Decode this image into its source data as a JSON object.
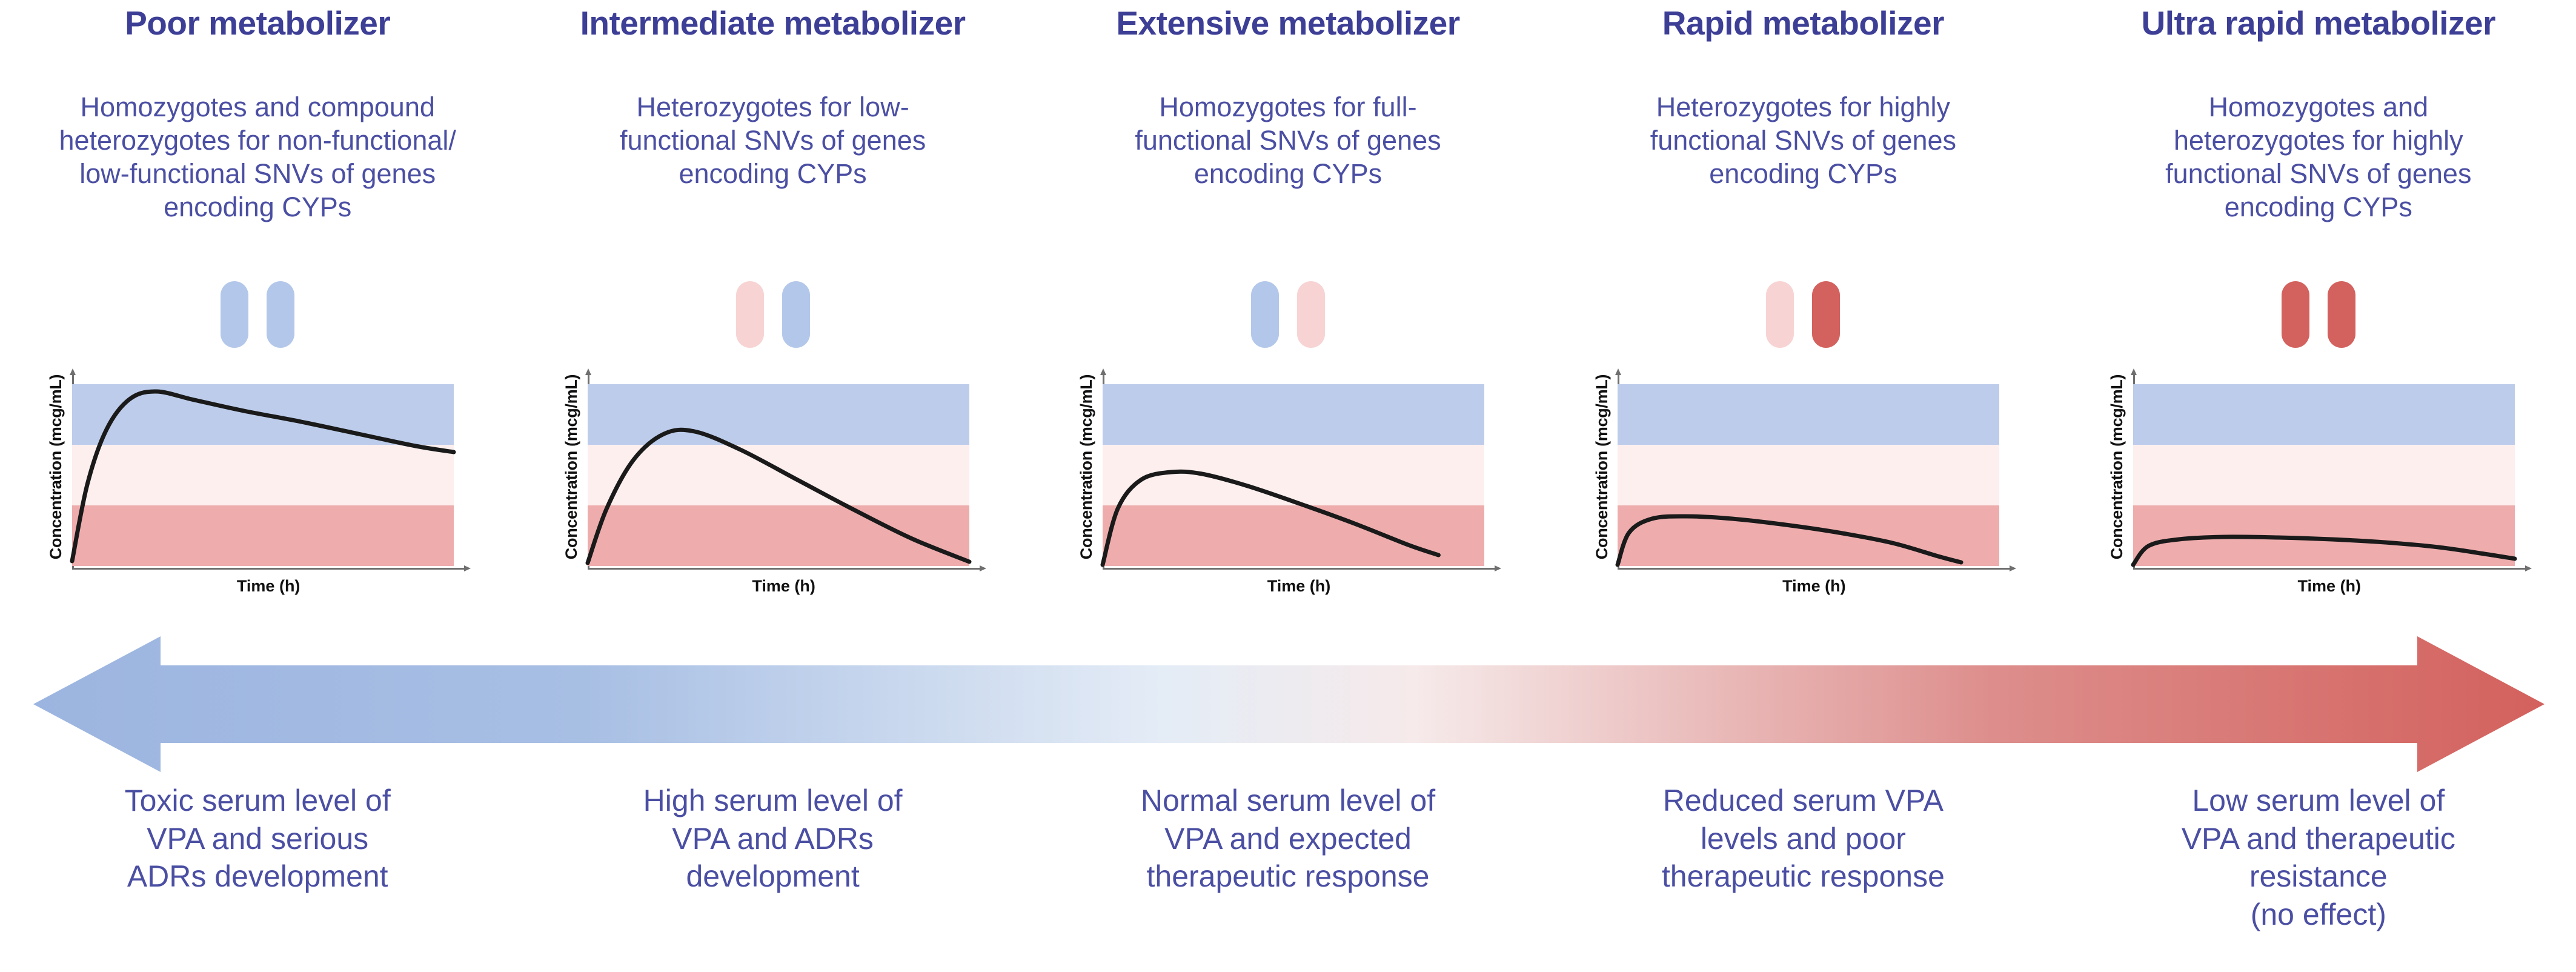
{
  "figure": {
    "axis_y_label": "Concentration (mcg/mL)",
    "axis_x_label": "Time (h)"
  },
  "colors": {
    "title_text": "#3d3f96",
    "body_text": "#4b4fa3",
    "band_toxic_blue": "#bcccea",
    "band_therapeutic_pale": "#fcefee",
    "band_subtherapeutic_red": "#eeacad",
    "pill_blue": "#b3c7ea",
    "pill_pale_pink": "#f8d3d3",
    "pill_red": "#d3615d",
    "arrow_left": "#9cb5e0",
    "arrow_mid": "#f7f7f7",
    "arrow_right": "#d3615d",
    "curve": "#1a1a1a"
  },
  "columns": [
    {
      "title": "Poor metabolizer",
      "description": "Homozygotes and compound\nheterozygotes for non-functional/\nlow-functional SNVs of genes\nencoding CYPs",
      "pills": [
        "pill_blue",
        "pill_blue"
      ],
      "outcome": "Toxic serum level of\nVPA and serious\nADRs development"
    },
    {
      "title": "Intermediate metabolizer",
      "description": "Heterozygotes for low-\nfunctional SNVs of genes\nencoding CYPs",
      "pills": [
        "pill_pale_pink",
        "pill_blue"
      ],
      "outcome": "High serum level of\nVPA and ADRs\ndevelopment"
    },
    {
      "title": "Extensive metabolizer",
      "description": "Homozygotes for full-\nfunctional SNVs of genes\nencoding CYPs",
      "pills": [
        "pill_blue",
        "pill_pale_pink"
      ],
      "outcome": "Normal serum level of\nVPA and expected\ntherapeutic response"
    },
    {
      "title": "Rapid metabolizer",
      "description": "Heterozygotes for highly\nfunctional SNVs of genes\nencoding CYPs",
      "pills": [
        "pill_pale_pink",
        "pill_red"
      ],
      "outcome": "Reduced serum VPA\nlevels and poor\ntherapeutic response"
    },
    {
      "title": "Ultra rapid metabolizer",
      "description": "Homozygotes and\nheterozygotes for highly\nfunctional SNVs of genes\nencoding CYPs",
      "pills": [
        "pill_red",
        "pill_red"
      ],
      "outcome": "Low serum level of\nVPA and therapeutic\nresistance\n(no effect)"
    }
  ],
  "chart_data": [
    {
      "type": "line",
      "title": "Poor metabolizer",
      "xlabel": "Time (h)",
      "ylabel": "Concentration (mcg/mL)",
      "xlim": [
        0,
        10
      ],
      "ylim": [
        0,
        3
      ],
      "grid": false,
      "bands": [
        {
          "label": "toxic",
          "range": [
            2,
            3
          ],
          "color": "#bcccea"
        },
        {
          "label": "therapeutic",
          "range": [
            1,
            2
          ],
          "color": "#fcefee"
        },
        {
          "label": "subtherapeutic",
          "range": [
            0,
            1
          ],
          "color": "#eeacad"
        }
      ],
      "x": [
        0,
        0.4,
        0.9,
        1.5,
        2.2,
        3.2,
        4.5,
        6.0,
        7.5,
        9.0,
        10.0
      ],
      "y": [
        0.08,
        1.35,
        2.25,
        2.75,
        2.88,
        2.74,
        2.56,
        2.38,
        2.18,
        1.98,
        1.88
      ]
    },
    {
      "type": "line",
      "title": "Intermediate metabolizer",
      "xlabel": "Time (h)",
      "ylabel": "Concentration (mcg/mL)",
      "xlim": [
        0,
        10
      ],
      "ylim": [
        0,
        3
      ],
      "grid": false,
      "bands": [
        {
          "label": "toxic",
          "range": [
            2,
            3
          ],
          "color": "#bcccea"
        },
        {
          "label": "therapeutic",
          "range": [
            1,
            2
          ],
          "color": "#fcefee"
        },
        {
          "label": "subtherapeutic",
          "range": [
            0,
            1
          ],
          "color": "#eeacad"
        }
      ],
      "x": [
        0,
        0.5,
        1.2,
        2.0,
        2.8,
        4.0,
        5.5,
        7.0,
        8.5,
        10.0
      ],
      "y": [
        0.05,
        0.95,
        1.75,
        2.18,
        2.22,
        1.92,
        1.42,
        0.92,
        0.45,
        0.07
      ]
    },
    {
      "type": "line",
      "title": "Extensive metabolizer",
      "xlabel": "Time (h)",
      "ylabel": "Concentration (mcg/mL)",
      "xlim": [
        0,
        10
      ],
      "ylim": [
        0,
        3
      ],
      "grid": false,
      "bands": [
        {
          "label": "toxic",
          "range": [
            2,
            3
          ],
          "color": "#bcccea"
        },
        {
          "label": "therapeutic",
          "range": [
            1,
            2
          ],
          "color": "#fcefee"
        },
        {
          "label": "subtherapeutic",
          "range": [
            0,
            1
          ],
          "color": "#eeacad"
        }
      ],
      "x": [
        0,
        0.4,
        1.0,
        1.8,
        2.6,
        3.8,
        5.2,
        6.6,
        8.0,
        8.8
      ],
      "y": [
        0.02,
        0.95,
        1.42,
        1.55,
        1.52,
        1.32,
        1.02,
        0.7,
        0.35,
        0.18
      ]
    },
    {
      "type": "line",
      "title": "Rapid metabolizer",
      "xlabel": "Time (h)",
      "ylabel": "Concentration (mcg/mL)",
      "xlim": [
        0,
        10
      ],
      "ylim": [
        0,
        3
      ],
      "grid": false,
      "bands": [
        {
          "label": "toxic",
          "range": [
            2,
            3
          ],
          "color": "#bcccea"
        },
        {
          "label": "therapeutic",
          "range": [
            1,
            2
          ],
          "color": "#fcefee"
        },
        {
          "label": "subtherapeutic",
          "range": [
            0,
            1
          ],
          "color": "#eeacad"
        }
      ],
      "x": [
        0,
        0.3,
        0.9,
        1.8,
        3.0,
        4.4,
        5.8,
        7.2,
        8.4,
        9.0
      ],
      "y": [
        0.02,
        0.55,
        0.78,
        0.82,
        0.78,
        0.68,
        0.55,
        0.38,
        0.16,
        0.06
      ]
    },
    {
      "type": "line",
      "title": "Ultra rapid metabolizer",
      "xlabel": "Time (h)",
      "ylabel": "Concentration (mcg/mL)",
      "xlim": [
        0,
        10
      ],
      "ylim": [
        0,
        3
      ],
      "grid": false,
      "bands": [
        {
          "label": "toxic",
          "range": [
            2,
            3
          ],
          "color": "#bcccea"
        },
        {
          "label": "therapeutic",
          "range": [
            1,
            2
          ],
          "color": "#fcefee"
        },
        {
          "label": "subtherapeutic",
          "range": [
            0,
            1
          ],
          "color": "#eeacad"
        }
      ],
      "x": [
        0,
        0.4,
        1.2,
        2.4,
        3.8,
        5.2,
        6.6,
        8.0,
        9.2,
        10.0
      ],
      "y": [
        0.02,
        0.33,
        0.44,
        0.48,
        0.47,
        0.44,
        0.39,
        0.31,
        0.2,
        0.12
      ]
    }
  ]
}
